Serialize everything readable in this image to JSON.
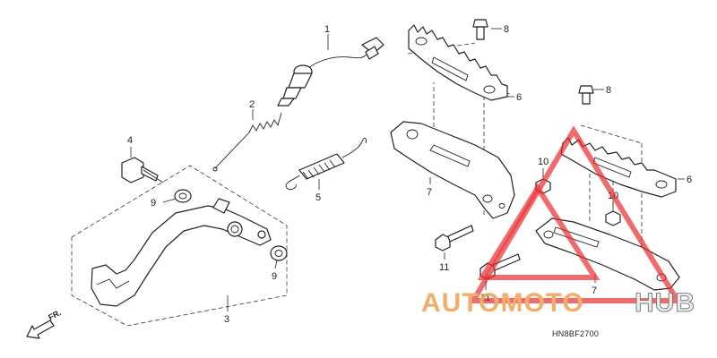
{
  "diagram": {
    "callouts": [
      {
        "id": "c1",
        "text": "1"
      },
      {
        "id": "c2",
        "text": "2"
      },
      {
        "id": "c3",
        "text": "3"
      },
      {
        "id": "c4",
        "text": "4"
      },
      {
        "id": "c5",
        "text": "5"
      },
      {
        "id": "c6a",
        "text": "6"
      },
      {
        "id": "c6b",
        "text": "6"
      },
      {
        "id": "c7a",
        "text": "7"
      },
      {
        "id": "c7b",
        "text": "7"
      },
      {
        "id": "c8a",
        "text": "8"
      },
      {
        "id": "c8b",
        "text": "8"
      },
      {
        "id": "c9a",
        "text": "9"
      },
      {
        "id": "c9b",
        "text": "9"
      },
      {
        "id": "c10a",
        "text": "10"
      },
      {
        "id": "c10b",
        "text": "10"
      },
      {
        "id": "c11a",
        "text": "11"
      },
      {
        "id": "c11b",
        "text": "11"
      }
    ],
    "front_arrow_label": "FR.",
    "diagram_code": "HN8BF2700"
  },
  "watermark": {
    "text_part1": "AUTOMOTO",
    "text_part2": "HUB",
    "color_primary": "#f2a55a",
    "color_secondary": "#e8e8e8",
    "triangle_color": "#e9262a"
  }
}
